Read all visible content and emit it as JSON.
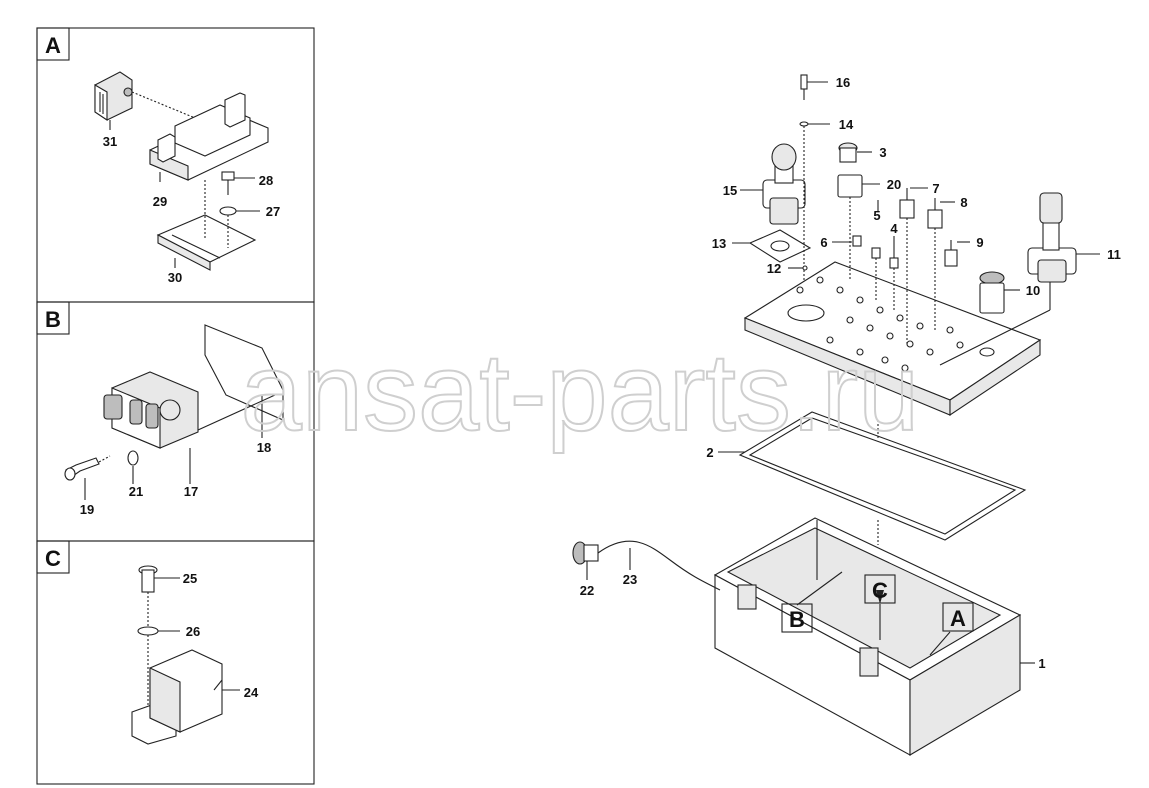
{
  "watermark": "ansat-parts.ru",
  "insets": {
    "A": {
      "tag": "A",
      "callouts": {
        "c31": "31",
        "c29": "29",
        "c28": "28",
        "c27": "27",
        "c30": "30"
      }
    },
    "B": {
      "tag": "B",
      "callouts": {
        "c18": "18",
        "c21": "21",
        "c17": "17",
        "c19": "19"
      }
    },
    "C": {
      "tag": "C",
      "callouts": {
        "c25": "25",
        "c26": "26",
        "c24": "24"
      }
    }
  },
  "main": {
    "tags": {
      "A": "A",
      "B": "B",
      "C": "C"
    },
    "callouts": {
      "c16": "16",
      "c14": "14",
      "c3": "3",
      "c15": "15",
      "c20": "20",
      "c7": "7",
      "c8": "8",
      "c5": "5",
      "c4": "4",
      "c9": "9",
      "c13": "13",
      "c6": "6",
      "c12": "12",
      "c11": "11",
      "c10": "10",
      "c2": "2",
      "c22": "22",
      "c23": "23",
      "c1": "1"
    }
  }
}
